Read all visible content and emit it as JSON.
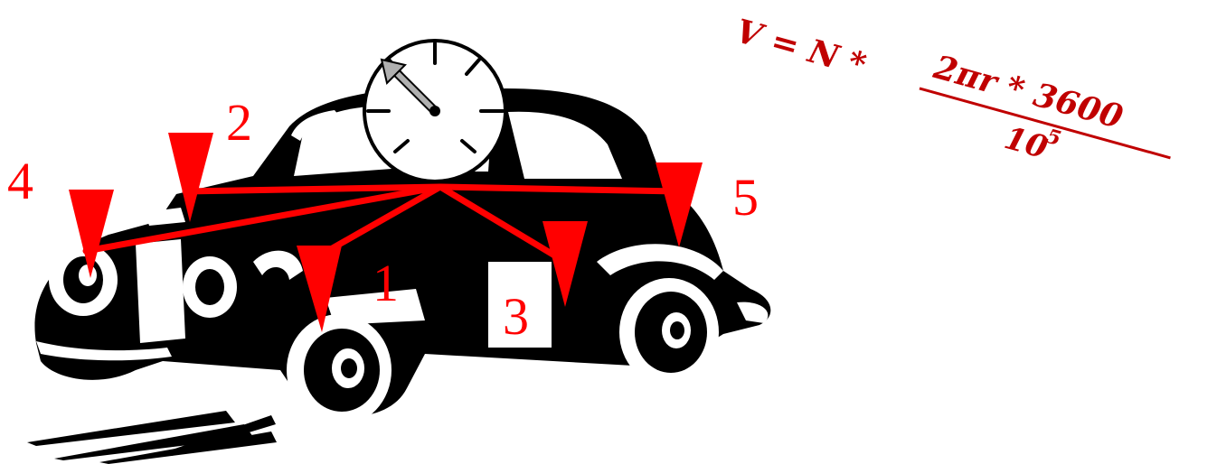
{
  "colors": {
    "accent": "#ff0000",
    "formula": "#c00000",
    "ink": "#000000",
    "paper": "#ffffff",
    "needle": "#b0b0b0"
  },
  "labels": {
    "n1": "1",
    "n2": "2",
    "n3": "3",
    "n4": "4",
    "n5": "5"
  },
  "formula": {
    "lhs": "V = N *",
    "numerator": "2πr * 3600",
    "denominator": "10",
    "exponent": "5"
  },
  "icons": {
    "car": "vintage-car-icon",
    "gauge": "speedometer-icon"
  }
}
